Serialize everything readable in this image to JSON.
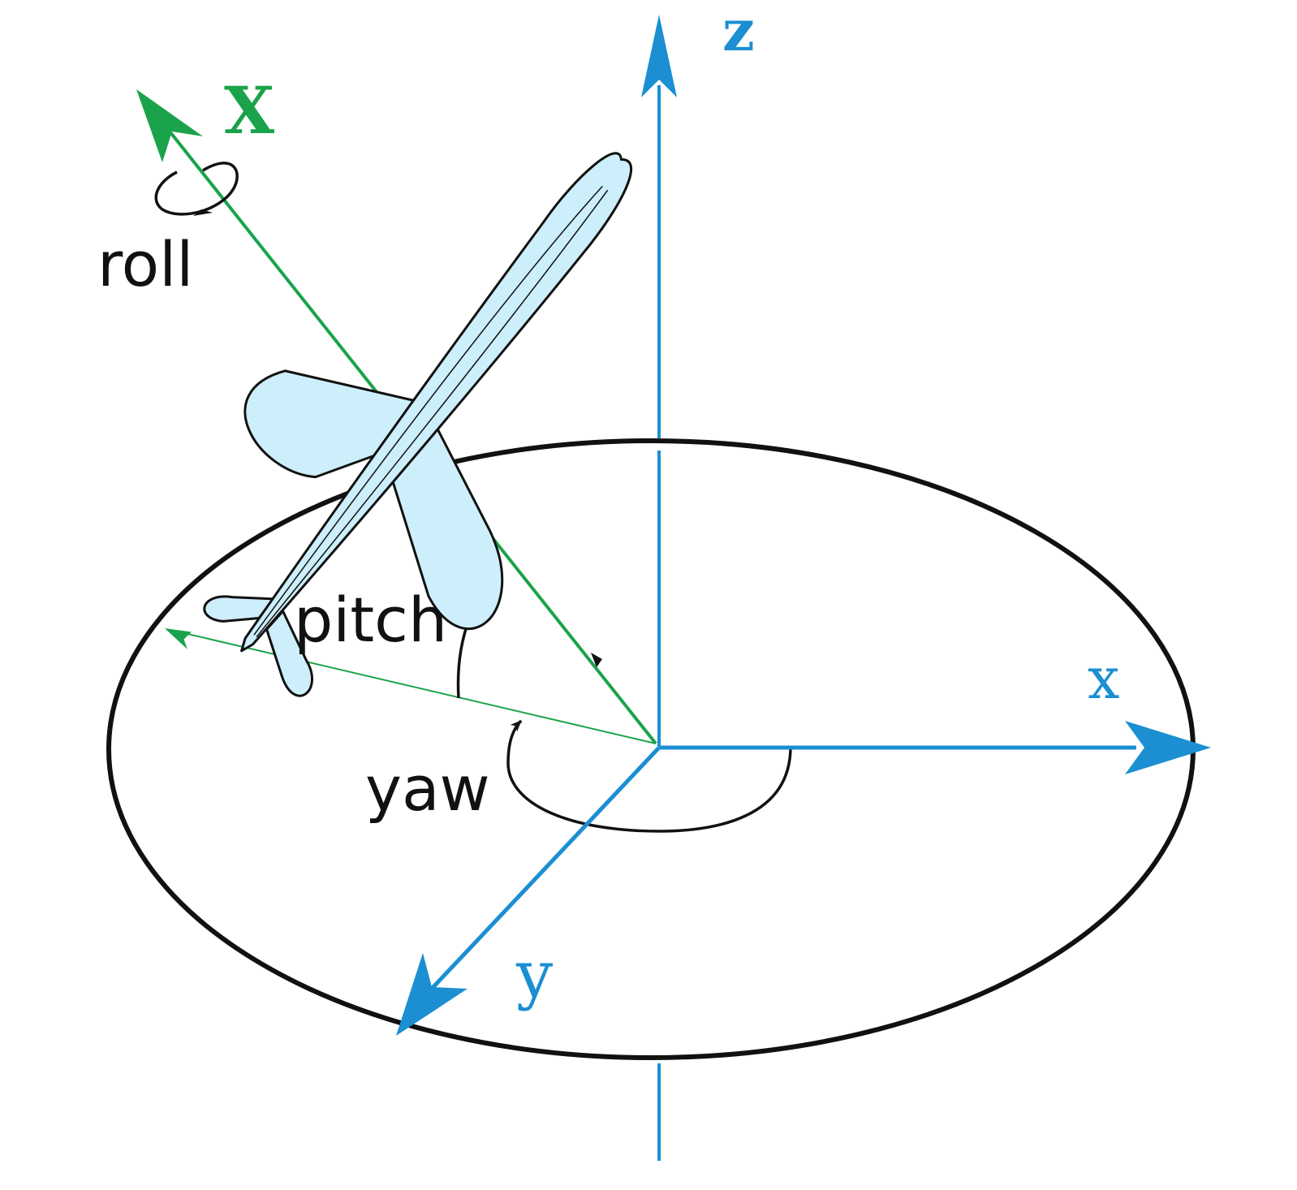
{
  "colors": {
    "world_axis": "#1b8fd2",
    "body_axis": "#1aa34a",
    "aircraft_fill": "#cdeefb",
    "outline": "#111111",
    "background": "#ffffff"
  },
  "labels": {
    "world_z": "z",
    "world_x": "x",
    "world_y": "y",
    "body_x": "X",
    "roll": "roll",
    "pitch": "pitch",
    "yaw": "yaw"
  },
  "icons": {
    "aircraft": "airplane-icon"
  }
}
